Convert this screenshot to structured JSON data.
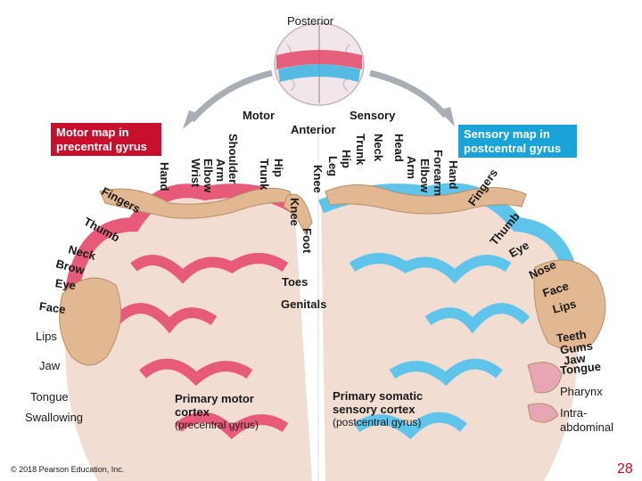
{
  "orientation": {
    "posterior": "Posterior",
    "anterior": "Anterior",
    "motor": "Motor",
    "sensory": "Sensory"
  },
  "motor_box": {
    "line1": "Motor map in",
    "line2": "precentral gyrus"
  },
  "sensory_box": {
    "line1": "Sensory map in",
    "line2": "postcentral gyrus"
  },
  "motor_body_parts_vertical": [
    "Shoulder",
    "Arm",
    "Elbow",
    "Wrist",
    "Hand",
    "Trunk",
    "Hip",
    "Knee",
    "Foot"
  ],
  "motor_body_parts_arc": [
    "Fingers",
    "Thumb",
    "Neck",
    "Brow",
    "Eye"
  ],
  "motor_face_list": [
    "Face",
    "Lips",
    "Jaw",
    "Tongue",
    "Swallowing"
  ],
  "sensory_body_parts_vertical": [
    "Head",
    "Arm",
    "Elbow",
    "Forearm",
    "Hand",
    "Neck",
    "Trunk",
    "Hip",
    "Leg",
    "Knee"
  ],
  "sensory_body_parts_arc": [
    "Fingers",
    "Thumb",
    "Eye",
    "Nose",
    "Face",
    "Lips"
  ],
  "sensory_face_list": [
    "Teeth",
    "Gums",
    "Jaw",
    "Tongue",
    "Pharynx",
    "Intra-",
    "abdominal"
  ],
  "midline_labels": {
    "toes": "Toes",
    "genitals": "Genitals"
  },
  "motor_cortex_label": {
    "title1": "Primary motor",
    "title2": "cortex",
    "sub": "(precentral gyrus)"
  },
  "sensory_cortex_label": {
    "title1": "Primary somatic",
    "title2": "sensory cortex",
    "sub": "(postcentral gyrus)"
  },
  "footer": {
    "copyright": "© 2018 Pearson Education, Inc.",
    "page": "28"
  },
  "colors": {
    "motor": "#c8102e",
    "motor_tissue": "#e85a7a",
    "sensory": "#1aa3d9",
    "sensory_tissue": "#5ec4ea",
    "brain_fill": "#f2ddd3",
    "page_number": "#d0021b"
  }
}
